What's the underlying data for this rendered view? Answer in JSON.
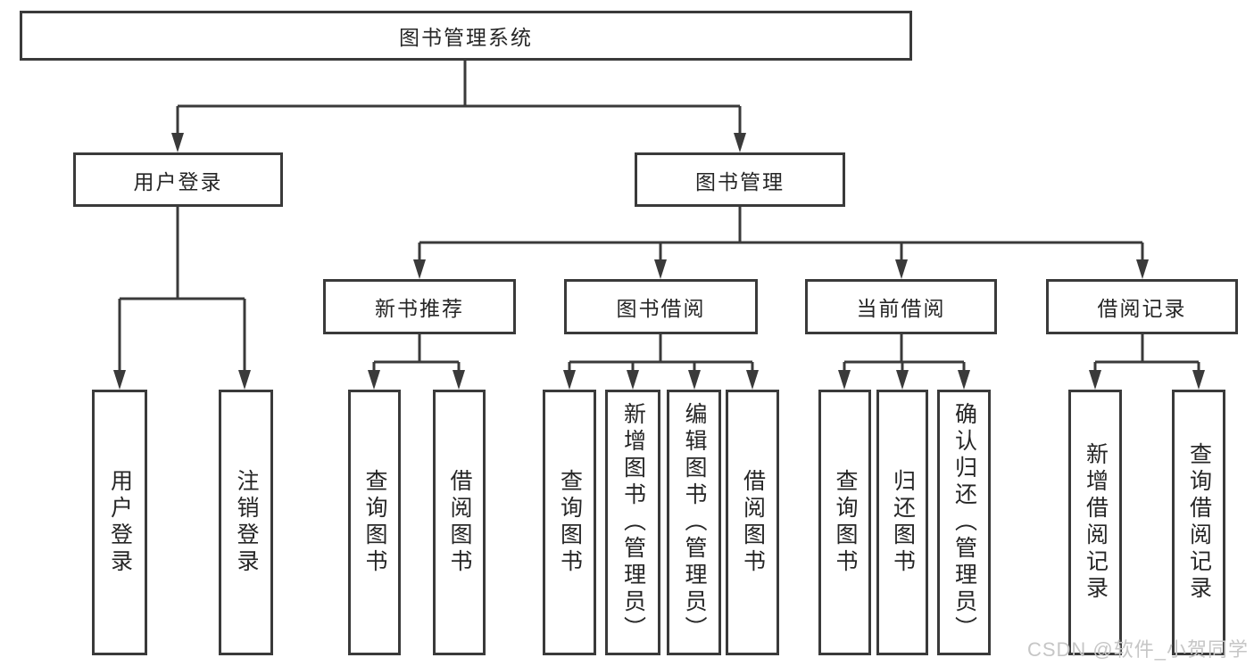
{
  "colors": {
    "background": "#ffffff",
    "line": "#3a3a3a",
    "text": "#262626",
    "watermark": "#c6c6c6"
  },
  "watermark": {
    "text": "CSDN @软件_小贺同学"
  },
  "tree": {
    "label": "图书管理系统",
    "children": [
      {
        "label": "用户登录",
        "children": [
          {
            "label": "用户登录"
          },
          {
            "label": "注销登录"
          }
        ]
      },
      {
        "label": "图书管理",
        "children": [
          {
            "label": "新书推荐",
            "children": [
              {
                "label": "查询图书"
              },
              {
                "label": "借阅图书"
              }
            ]
          },
          {
            "label": "图书借阅",
            "children": [
              {
                "label": "查询图书"
              },
              {
                "label": "新增图书（管理员）"
              },
              {
                "label": "编辑图书（管理员）"
              },
              {
                "label": "借阅图书"
              }
            ]
          },
          {
            "label": "当前借阅",
            "children": [
              {
                "label": "查询图书"
              },
              {
                "label": "归还图书"
              },
              {
                "label": "确认归还（管理员）"
              }
            ]
          },
          {
            "label": "借阅记录",
            "children": [
              {
                "label": "新增借阅记录"
              },
              {
                "label": "查询借阅记录"
              }
            ]
          }
        ]
      }
    ]
  }
}
